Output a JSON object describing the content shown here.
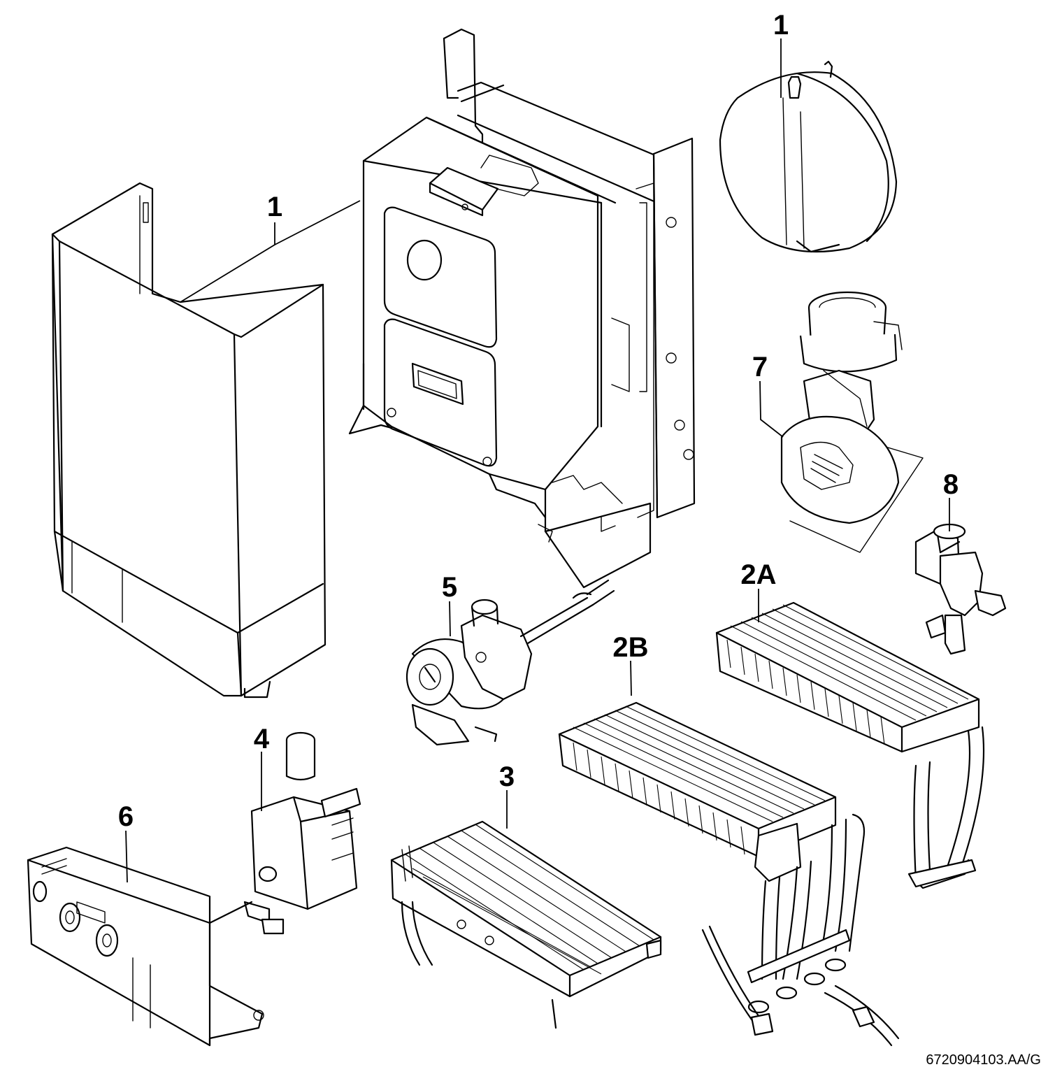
{
  "callouts": [
    {
      "id": "casing",
      "label": "1"
    },
    {
      "id": "expansion-vessel",
      "label": "1"
    },
    {
      "id": "fan",
      "label": "7"
    },
    {
      "id": "valve",
      "label": "8"
    },
    {
      "id": "pump",
      "label": "5"
    },
    {
      "id": "heat-exchanger-a",
      "label": "2A"
    },
    {
      "id": "heat-exchanger-b",
      "label": "2B"
    },
    {
      "id": "gas-valve",
      "label": "4"
    },
    {
      "id": "burner",
      "label": "3"
    },
    {
      "id": "control-panel",
      "label": "6"
    }
  ],
  "document_reference": "6720904103.AA/G",
  "colors": {
    "line": "#000000",
    "background": "#ffffff"
  }
}
